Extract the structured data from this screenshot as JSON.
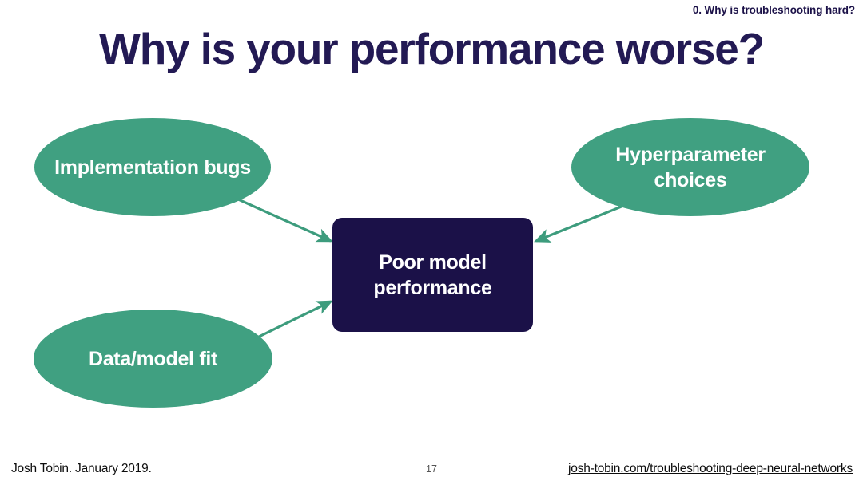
{
  "slide": {
    "section_header": "0. Why is troubleshooting hard?",
    "title": "Why is your performance worse?",
    "accent_green": "#40a081",
    "accent_navy": "#1b1148",
    "background": "#ffffff"
  },
  "diagram": {
    "type": "cause-effect",
    "nodes": [
      {
        "id": "implementation-bugs",
        "label": "Implementation bugs",
        "shape": "ellipse",
        "fill": "#40a081",
        "text_color": "#ffffff"
      },
      {
        "id": "hyperparameter-choices",
        "label": "Hyperparameter choices",
        "shape": "ellipse",
        "fill": "#40a081",
        "text_color": "#ffffff"
      },
      {
        "id": "data-model-fit",
        "label": "Data/model fit",
        "shape": "ellipse",
        "fill": "#40a081",
        "text_color": "#ffffff"
      },
      {
        "id": "poor-model-performance",
        "label": "Poor model performance",
        "shape": "rounded-rect",
        "fill": "#1b1148",
        "text_color": "#ffffff"
      }
    ],
    "edges": [
      {
        "from": "implementation-bugs",
        "to": "poor-model-performance",
        "color": "#3d9c7d"
      },
      {
        "from": "hyperparameter-choices",
        "to": "poor-model-performance",
        "color": "#3d9c7d"
      },
      {
        "from": "data-model-fit",
        "to": "poor-model-performance",
        "color": "#3d9c7d"
      }
    ]
  },
  "footer": {
    "author": "Josh Tobin. January 2019.",
    "page_number": "17",
    "link": "josh-tobin.com/troubleshooting-deep-neural-networks"
  }
}
